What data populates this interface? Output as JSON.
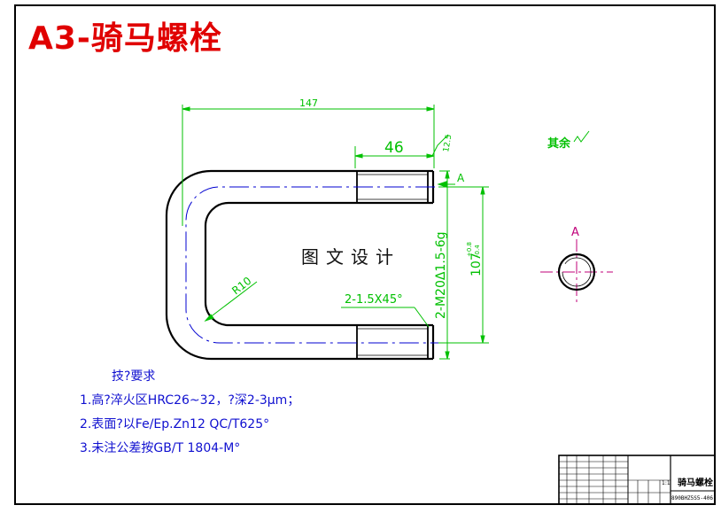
{
  "title": "A3-骑马螺栓",
  "watermark": "图文设计",
  "dimensions": {
    "overall_length": "147",
    "thread_length": "46",
    "surface_roughness": "12.5",
    "datum_label": "A",
    "height": "107",
    "height_tol_upper": "+0.8",
    "height_tol_lower": "-0.4",
    "thread_spec": "2-M20Δ1.5-6g",
    "chamfer": "2-1.5X45°",
    "radius": "R10"
  },
  "surface_note": "其余",
  "section_label": "A",
  "notes": {
    "heading": "技?要求",
    "items": [
      "1.高?淬火区HRC26~32，?深2-3µm；",
      "2.表面?以Fe/Ep.Zn12 QC/T625°",
      "3.未注公差按GB/T 1804-M°"
    ]
  },
  "title_block": {
    "part_name": "骑马螺栓",
    "drawing_code": "890BHZ5S5-406",
    "scale": "1:1"
  },
  "colors": {
    "title": "#e00000",
    "dimension": "#00c000",
    "centerline": "#0000d0",
    "section_circle": "#c0007a",
    "notes": "#1010d0"
  }
}
